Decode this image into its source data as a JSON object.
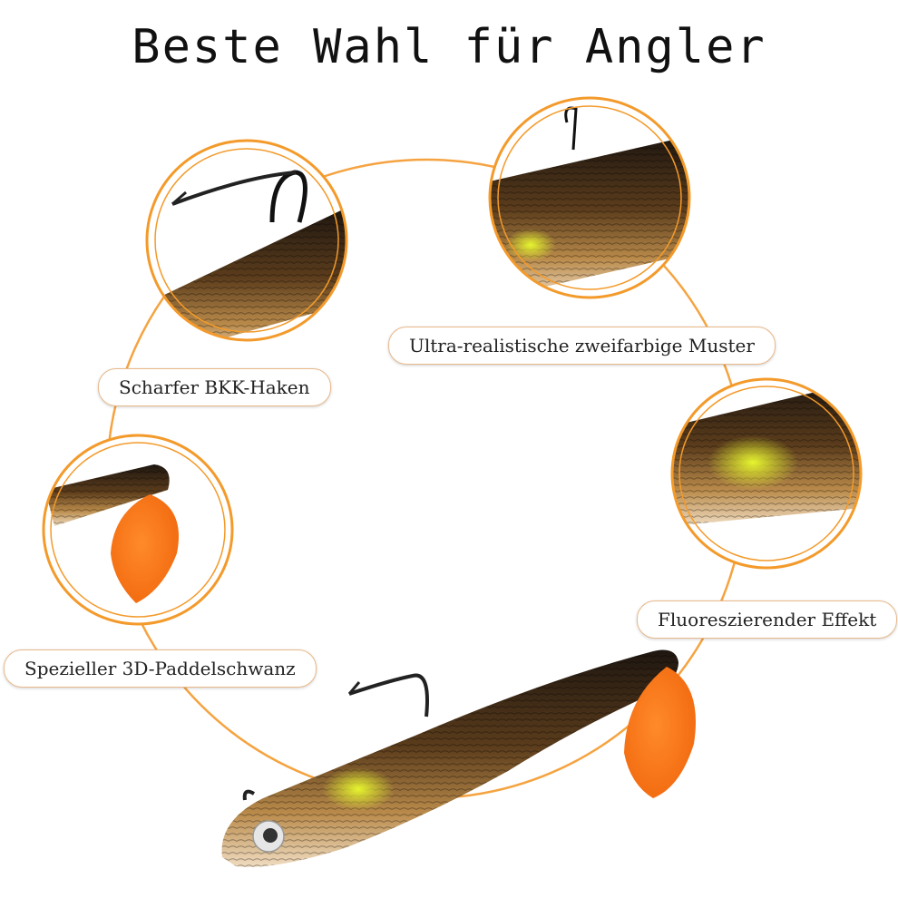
{
  "title": "Beste Wahl für Angler",
  "features": [
    {
      "label": "Scharfer BKK-Haken",
      "icon": "hook-closeup"
    },
    {
      "label": "Ultra-realistische zweifarbige Muster",
      "icon": "scale-pattern-closeup"
    },
    {
      "label": "Fluoreszierender Effekt",
      "icon": "fluorescent-belly-closeup"
    },
    {
      "label": "Spezieller 3D-Paddelschwanz",
      "icon": "paddle-tail-closeup"
    }
  ],
  "colors": {
    "accent_orange": "#f39a2b",
    "paddle_orange": "#ff7a1a",
    "body_brown": "#5a3a18",
    "fluorescent_green": "#d8ef2a"
  }
}
